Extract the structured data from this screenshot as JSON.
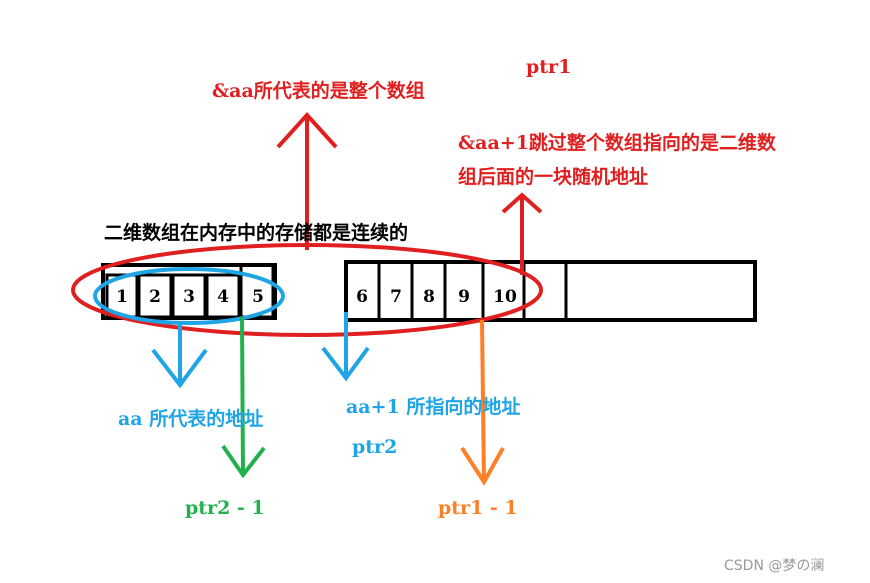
{
  "title": "二维数组在内存中的存储都是连续的",
  "cells_left": [
    "1",
    "2",
    "3",
    "4",
    "5"
  ],
  "cells_right": [
    "6",
    "7",
    "8",
    "9",
    "10"
  ],
  "labels": {
    "aa_whole": "&aa所代表的是整个数组",
    "ptr1": "ptr1",
    "aa_plus1_line1": "&aa+1跳过整个数组指向的是二维数",
    "aa_plus1_line2": "组后面的一块随机地址",
    "aa_addr": "aa 所代表的地址",
    "aa1_addr": "aa+1 所指向的地址",
    "ptr2": "ptr2",
    "ptr2_minus1": "ptr2 - 1",
    "ptr1_minus1": "ptr1 - 1"
  },
  "watermark": "CSDN @梦の澜",
  "colors": {
    "red": "#e02020",
    "blue": "#1fa5e6",
    "green": "#22b14c",
    "orange": "#ff7f27",
    "black": "#000000",
    "gray": "#999999"
  }
}
